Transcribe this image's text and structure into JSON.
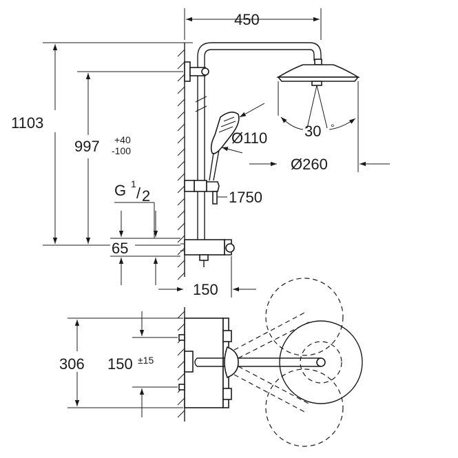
{
  "dimensions": {
    "width_total": "450",
    "height_total": "1103",
    "height_arm": "997",
    "tol_plus": "+40",
    "tol_minus": "-100",
    "thread_g": "G",
    "thread_num": "1",
    "thread_sep": "/",
    "thread_den": "2",
    "inlet_spacing": "65",
    "mixer_depth": "150",
    "hand_shower_dia": "Ø110",
    "head_shower_dia": "Ø260",
    "tilt_angle": "30",
    "tilt_unit": "°",
    "rail_length": "1750",
    "bottom_height": "306",
    "bottom_spacing": "150",
    "bottom_tol": "±15"
  },
  "colors": {
    "line": "#1a1a1a",
    "background": "#ffffff"
  }
}
